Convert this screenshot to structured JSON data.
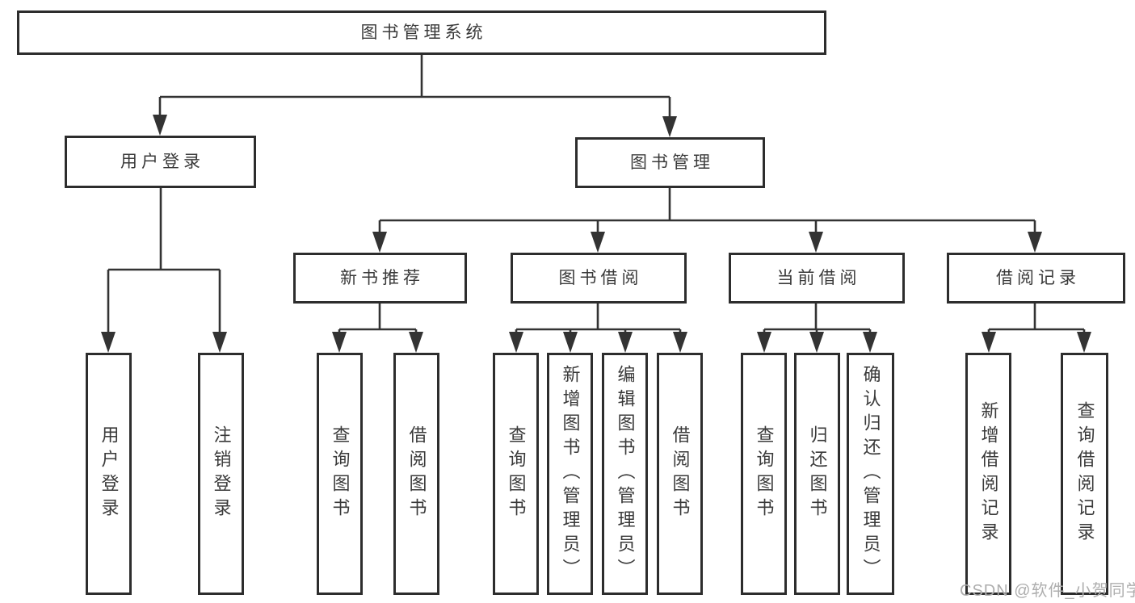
{
  "diagram": {
    "title": "图书管理系统",
    "children": [
      {
        "label": "用户登录",
        "children": [
          {
            "label": "用户登录"
          },
          {
            "label": "注销登录"
          }
        ]
      },
      {
        "label": "图书管理",
        "children": [
          {
            "label": "新书推荐",
            "children": [
              {
                "label": "查询图书"
              },
              {
                "label": "借阅图书"
              }
            ]
          },
          {
            "label": "图书借阅",
            "children": [
              {
                "label": "查询图书"
              },
              {
                "label": "新增图书（管理员）"
              },
              {
                "label": "编辑图书（管理员）"
              },
              {
                "label": "借阅图书"
              }
            ]
          },
          {
            "label": "当前借阅",
            "children": [
              {
                "label": "查询图书"
              },
              {
                "label": "归还图书"
              },
              {
                "label": "确认归还（管理员）"
              }
            ]
          },
          {
            "label": "借阅记录",
            "children": [
              {
                "label": "新增借阅记录"
              },
              {
                "label": "查询借阅记录"
              }
            ]
          }
        ]
      }
    ]
  },
  "watermark": "CSDN @软件_小贺同学",
  "colors": {
    "box_border": "#2d2d2d",
    "line": "#333333",
    "text": "#3a3a3a",
    "watermark": "#aeaeae",
    "background": "#ffffff"
  }
}
